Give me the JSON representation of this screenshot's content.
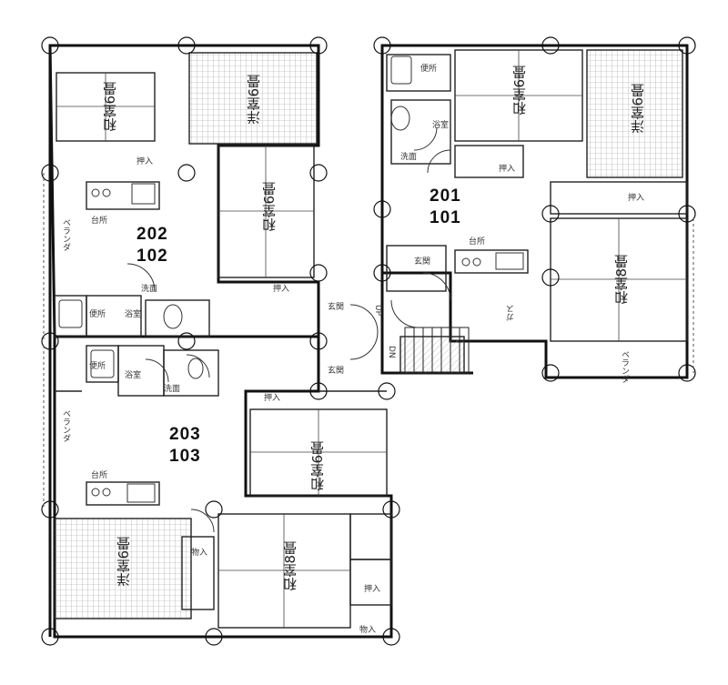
{
  "units": [
    {
      "id": "unit-a",
      "upper": "202",
      "lower": "102"
    },
    {
      "id": "unit-b",
      "upper": "201",
      "lower": "101"
    },
    {
      "id": "unit-c",
      "upper": "203",
      "lower": "103"
    }
  ],
  "rooms": {
    "a_tatami_nw": "和室6畳",
    "a_western_6": "洋室6畳",
    "a_tatami_6": "和室6畳",
    "b_tatami_6": "和室6畳",
    "b_western_6": "洋室6畳",
    "b_tatami_8": "和室8畳",
    "c_tatami_6": "和室6畳",
    "c_western_6": "洋室6畳",
    "c_tatami_8": "和室8畳"
  },
  "labels": {
    "veranda": "ベランダ",
    "kitchen": "台所",
    "bath": "浴室",
    "washroom": "洗面",
    "toilet": "便所",
    "entrance": "玄関",
    "storage": "押入",
    "closet": "物入",
    "gas": "ガス",
    "up": "UP",
    "down": "DN"
  }
}
